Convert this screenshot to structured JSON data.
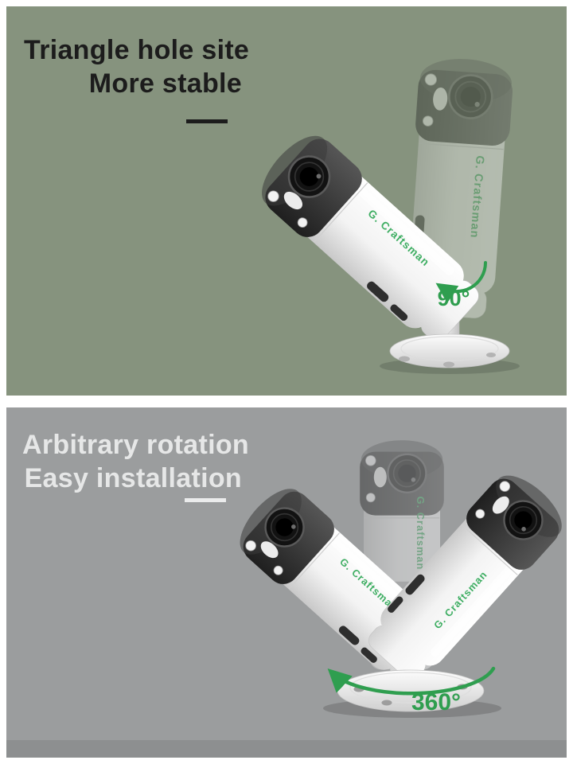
{
  "product": {
    "brand": "G. Craftsman"
  },
  "colors": {
    "accent_green": "#2f9e4f",
    "brand_green": "#3fae63",
    "top_background": "#86937e",
    "bottom_background": "#9b9d9e",
    "top_text": "#1c1c1c",
    "bottom_text": "#e6e7e7"
  },
  "top_panel": {
    "title_line1": "Triangle hole site",
    "title_line2": "More stable",
    "rotation_label": "90°"
  },
  "bottom_panel": {
    "title_line1": "Arbitrary rotation",
    "title_line2": "Easy installation",
    "rotation_label": "360°"
  }
}
